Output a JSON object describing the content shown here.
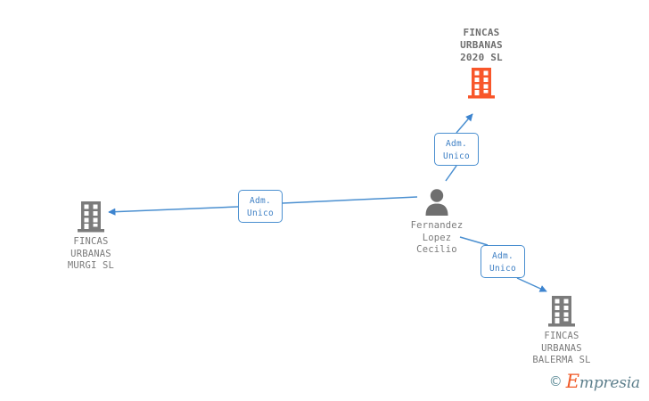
{
  "diagram": {
    "type": "org-relationship-graph",
    "background_color": "#ffffff",
    "edge_color": "#4a8fd0",
    "company_color": "#7b7b7b",
    "main_company_color": "#f8562a",
    "person_color": "#6f6f6f",
    "nodes": {
      "main_company": {
        "label": "FINCAS\nURBANAS\n2020 SL",
        "icon": "building-icon",
        "role": "main-company"
      },
      "person": {
        "label": "Fernandez\nLopez\nCecilio",
        "icon": "person-icon",
        "role": "person"
      },
      "company_left": {
        "label": "FINCAS\nURBANAS\nMURGI SL",
        "icon": "building-icon",
        "role": "company"
      },
      "company_bottom_right": {
        "label": "FINCAS\nURBANAS\nBALERMA SL",
        "icon": "building-icon",
        "role": "company"
      }
    },
    "relations": [
      {
        "id": "rel-top",
        "label": "Adm.\nUnico",
        "from": "person",
        "to": "main_company"
      },
      {
        "id": "rel-left",
        "label": "Adm.\nUnico",
        "from": "person",
        "to": "company_left"
      },
      {
        "id": "rel-bottom",
        "label": "Adm.\nUnico",
        "from": "person",
        "to": "company_bottom_right"
      }
    ]
  },
  "watermark": {
    "copyright": "©",
    "brand_first_letter": "E",
    "brand_rest": "mpresia"
  }
}
